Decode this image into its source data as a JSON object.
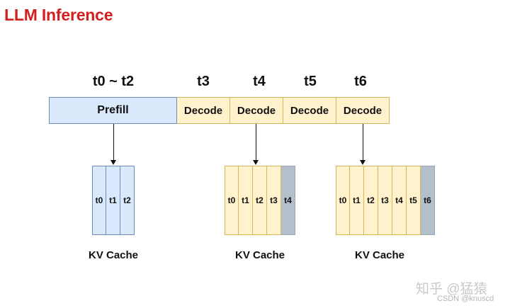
{
  "title": "LLM Inference",
  "time_labels": [
    "t0 ~ t2",
    "t3",
    "t4",
    "t5",
    "t6"
  ],
  "timeline": {
    "prefill_label": "Prefill",
    "decode_labels": [
      "Decode",
      "Decode",
      "Decode",
      "Decode"
    ]
  },
  "caches": [
    {
      "label": "KV Cache",
      "cells": [
        "t0",
        "t1",
        "t2"
      ],
      "new_cells": []
    },
    {
      "label": "KV Cache",
      "cells": [
        "t0",
        "t1",
        "t2",
        "t3"
      ],
      "new_cells": [
        "t4"
      ]
    },
    {
      "label": "KV Cache",
      "cells": [
        "t0",
        "t1",
        "t2",
        "t3",
        "t4",
        "t5"
      ],
      "new_cells": [
        "t6"
      ]
    }
  ],
  "colors": {
    "title": "#d21f1f",
    "prefill_fill": "#dae8fc",
    "decode_fill": "#fff2cc",
    "new_token_fill": "#b3c0cc"
  },
  "watermark": {
    "main": "知乎 @猛猿",
    "sub": "CSDN @knuscd"
  }
}
